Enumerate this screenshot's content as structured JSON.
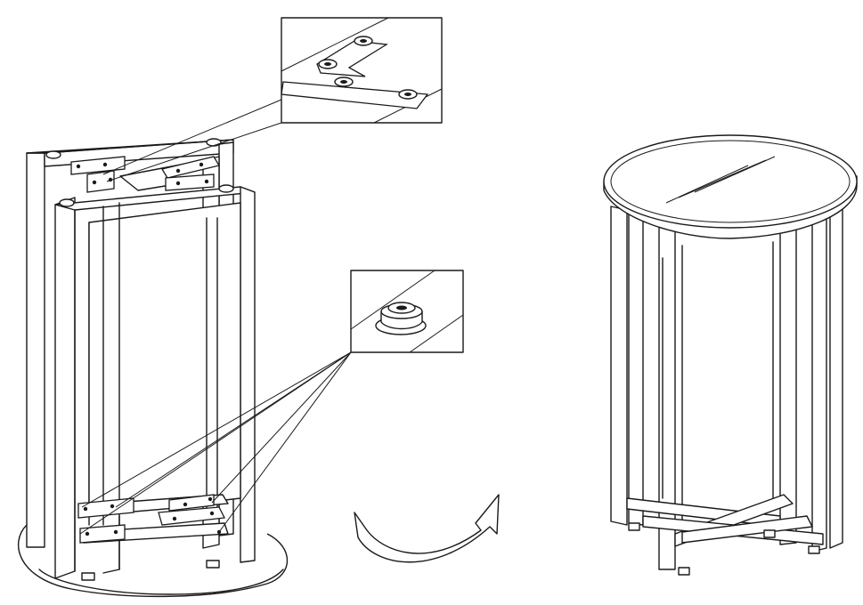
{
  "figure": {
    "kind": "assembly-instruction-illustration",
    "steps": [
      {
        "name": "upside-down-frame-with-mounting-plates"
      },
      {
        "name": "rotate-upright"
      },
      {
        "name": "assembled-round-side-table"
      }
    ],
    "details": [
      {
        "name": "mounting-plate-detail"
      },
      {
        "name": "leveling-foot-detail"
      }
    ],
    "colors": {
      "line": "#1a1a1a",
      "background": "#ffffff"
    }
  }
}
